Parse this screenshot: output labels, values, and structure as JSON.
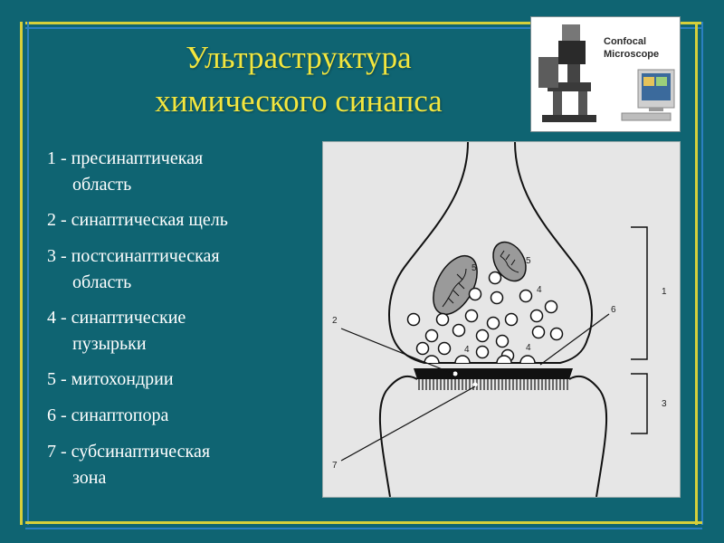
{
  "title": {
    "line1": "Ультраструктура",
    "line2": "химического синапса"
  },
  "legend": [
    {
      "line1": "1 - пресинаптичекая",
      "line2": "область"
    },
    {
      "line1": "2 - синаптическая щель"
    },
    {
      "line1": "3 - постсинаптическая",
      "line2": "область"
    },
    {
      "line1": "4 - синаптические",
      "line2": "пузырьки"
    },
    {
      "line1": "5 - митохондрии"
    },
    {
      "line1": "6 - синаптопора"
    },
    {
      "line1": "7 - субсинаптическая",
      "line2": "зона"
    }
  ],
  "microscope": {
    "line1": "Confocal",
    "line2": "Microscope"
  },
  "diagram_labels": {
    "l1": "1",
    "l2": "2",
    "l3": "3",
    "l4a": "4",
    "l4b": "4",
    "l4c": "4",
    "l5a": "5",
    "l5b": "5",
    "l6": "6",
    "l7": "7"
  },
  "colors": {
    "background": "#0f6472",
    "title": "#f3e63e",
    "panel": "#e6e6e6",
    "mitochondria": "#9a9a9a"
  }
}
